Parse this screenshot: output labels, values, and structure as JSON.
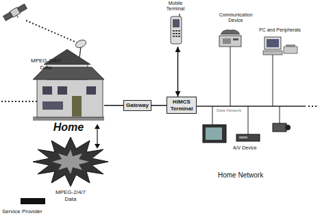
{
  "diagram": {
    "nodes": [
      {
        "text": [
          "Home"
        ]
      },
      {
        "text": [
          "Gateway"
        ]
      },
      {
        "text": [
          "HiMCS Terminal"
        ]
      },
      {
        "text": [
          "Mobile Terminal"
        ]
      }
    ],
    "edges": [
      {
        "from": 0,
        "to": 1,
        "arrow": "none"
      },
      {
        "from": 1,
        "to": 2,
        "arrow": "none"
      },
      {
        "from": 3,
        "to": 2,
        "arrow": "both"
      }
    ],
    "labels": [
      "MPEG-2/4/7 Data",
      "MPEG-2/4/7 Data",
      "Service Provider",
      "Communication Device",
      "PC and Peripherals",
      "Data Network",
      "A/V Device",
      "Home Network"
    ]
  }
}
